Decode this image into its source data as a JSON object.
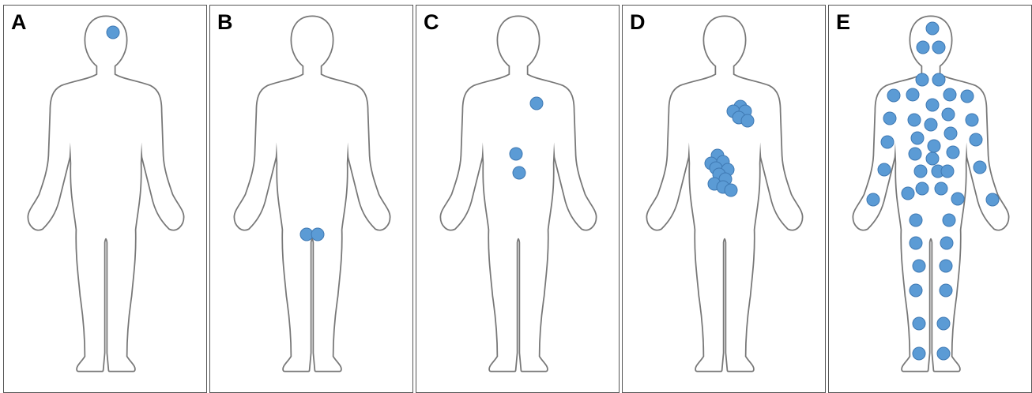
{
  "panels": [
    {
      "label": "A",
      "lesion_count": 1
    },
    {
      "label": "B",
      "lesion_count": 2
    },
    {
      "label": "C",
      "lesion_count": 3
    },
    {
      "label": "D",
      "lesion_count": 15
    },
    {
      "label": "E",
      "lesion_count": 46
    }
  ],
  "colors": {
    "outline": "#777777",
    "lesion_fill": "#5b9bd5",
    "lesion_stroke": "#3f79b3",
    "border": "#555555"
  },
  "icons": {
    "figure": "human-body-outline-icon",
    "lesion": "lesion-dot-icon"
  }
}
